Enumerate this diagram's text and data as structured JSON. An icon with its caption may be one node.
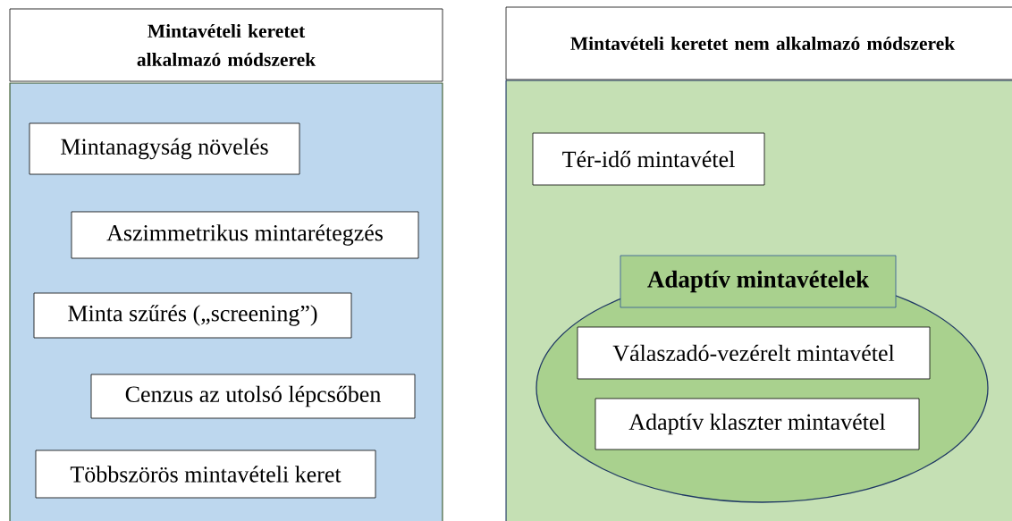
{
  "diagram": {
    "nodes": [
      {
        "text": [
          "Mintavételi keretet alkalmazó módszerek"
        ]
      },
      {
        "text": [
          "Mintanagyság növelés"
        ],
        "in": 0
      },
      {
        "text": [
          "Aszimmetrikus mintarétegzés"
        ],
        "in": 0
      },
      {
        "text": [
          "Minta szűrés („screening”)"
        ],
        "in": 0
      },
      {
        "text": [
          "Cenzus az utolsó lépcsőben"
        ],
        "in": 0
      },
      {
        "text": [
          "Többszörös mintavételi keret"
        ],
        "in": 0
      },
      {
        "text": [
          "Mintavételi keretet nem alkalmazó módszerek"
        ]
      },
      {
        "text": [
          "Tér-idő mintavétel"
        ],
        "in": 6
      },
      {
        "text": [
          "Adaptív mintavételek"
        ],
        "in": 6
      },
      {
        "text": [
          "Válaszadó-vezérelt mintavétel"
        ],
        "in": 8
      },
      {
        "text": [
          "Adaptív klaszter mintavétel"
        ],
        "in": 8
      }
    ]
  }
}
